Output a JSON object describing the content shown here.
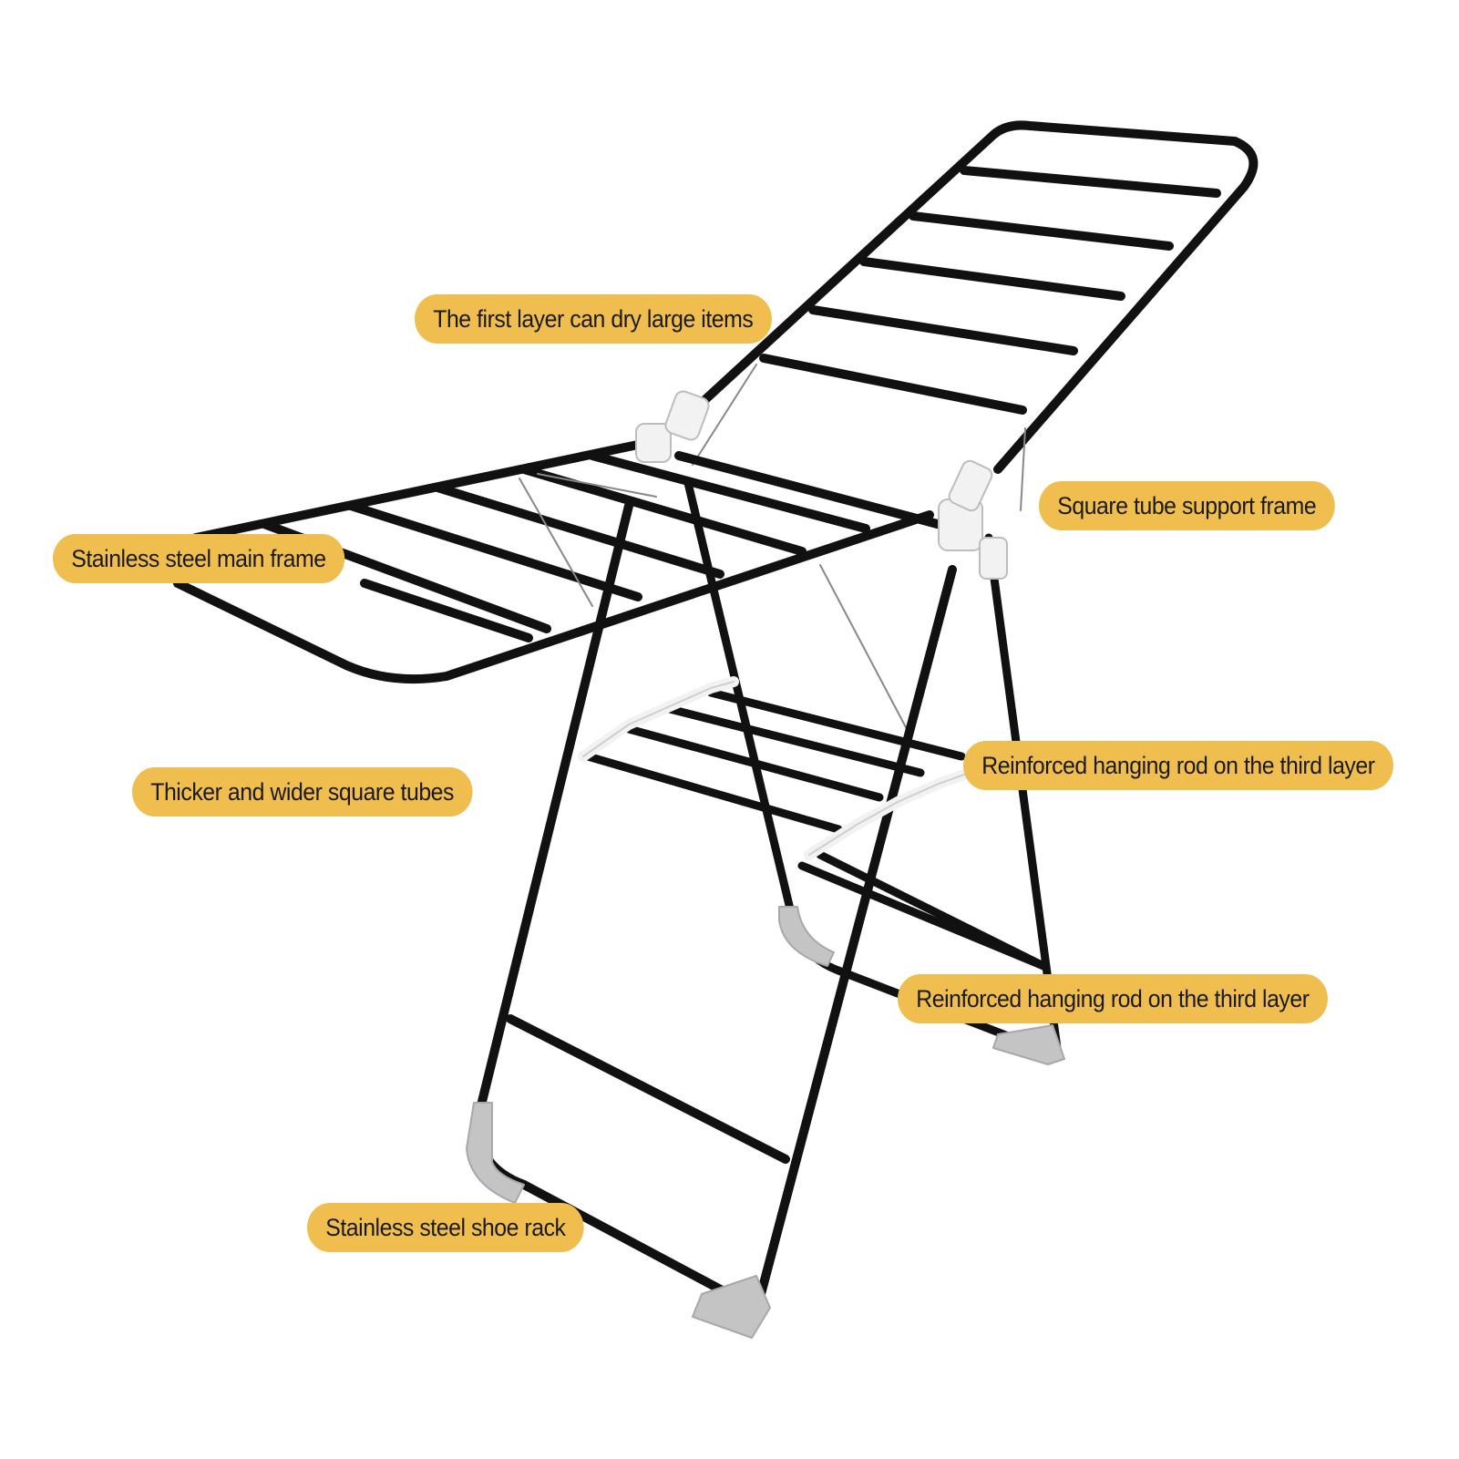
{
  "palette": {
    "callout_fill": "#f0bd4f",
    "frame": "#111111",
    "joint": "#f2f2f2",
    "foot": "#c4c4c4",
    "text": "#1a1a1a"
  },
  "callouts": {
    "first_layer": "The first layer can dry large items",
    "support_frame": "Square tube support frame",
    "main_frame": "Stainless steel main frame",
    "third_layer_upper": "Reinforced hanging rod on the third layer",
    "square_tubes": "Thicker and wider square tubes",
    "third_layer_lower": "Reinforced hanging rod on the third layer",
    "shoe_rack": "Stainless steel shoe rack"
  }
}
